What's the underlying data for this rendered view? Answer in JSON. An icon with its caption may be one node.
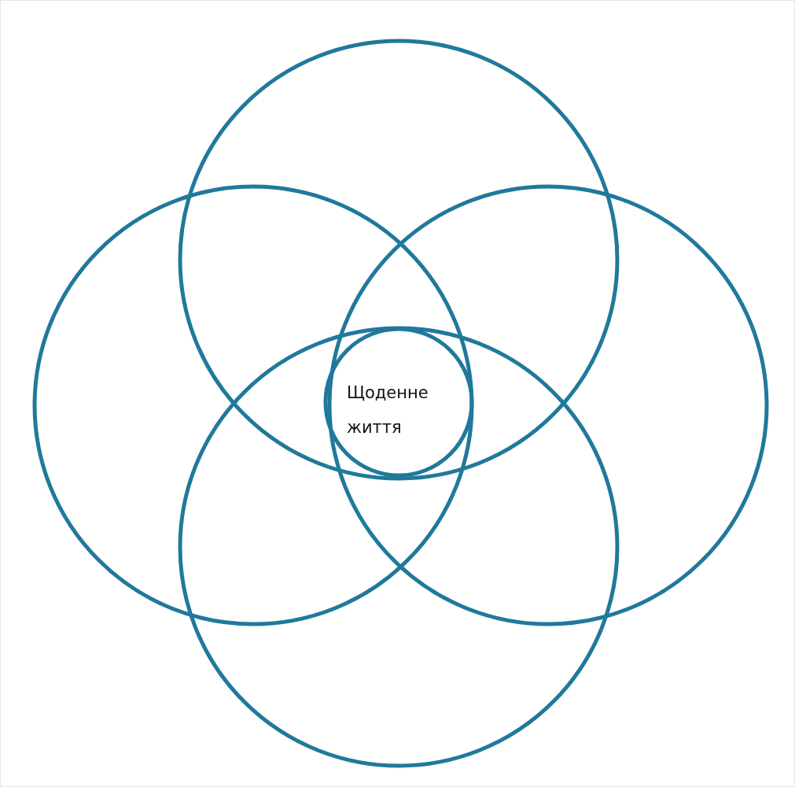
{
  "diagram": {
    "nodes": [
      {
        "text": [],
        "shape": "circle"
      },
      {
        "text": [],
        "shape": "circle"
      },
      {
        "text": [],
        "shape": "circle"
      },
      {
        "text": [
          "Щоденне життя"
        ]
      },
      {
        "text": [],
        "shape": "circle"
      }
    ]
  }
}
